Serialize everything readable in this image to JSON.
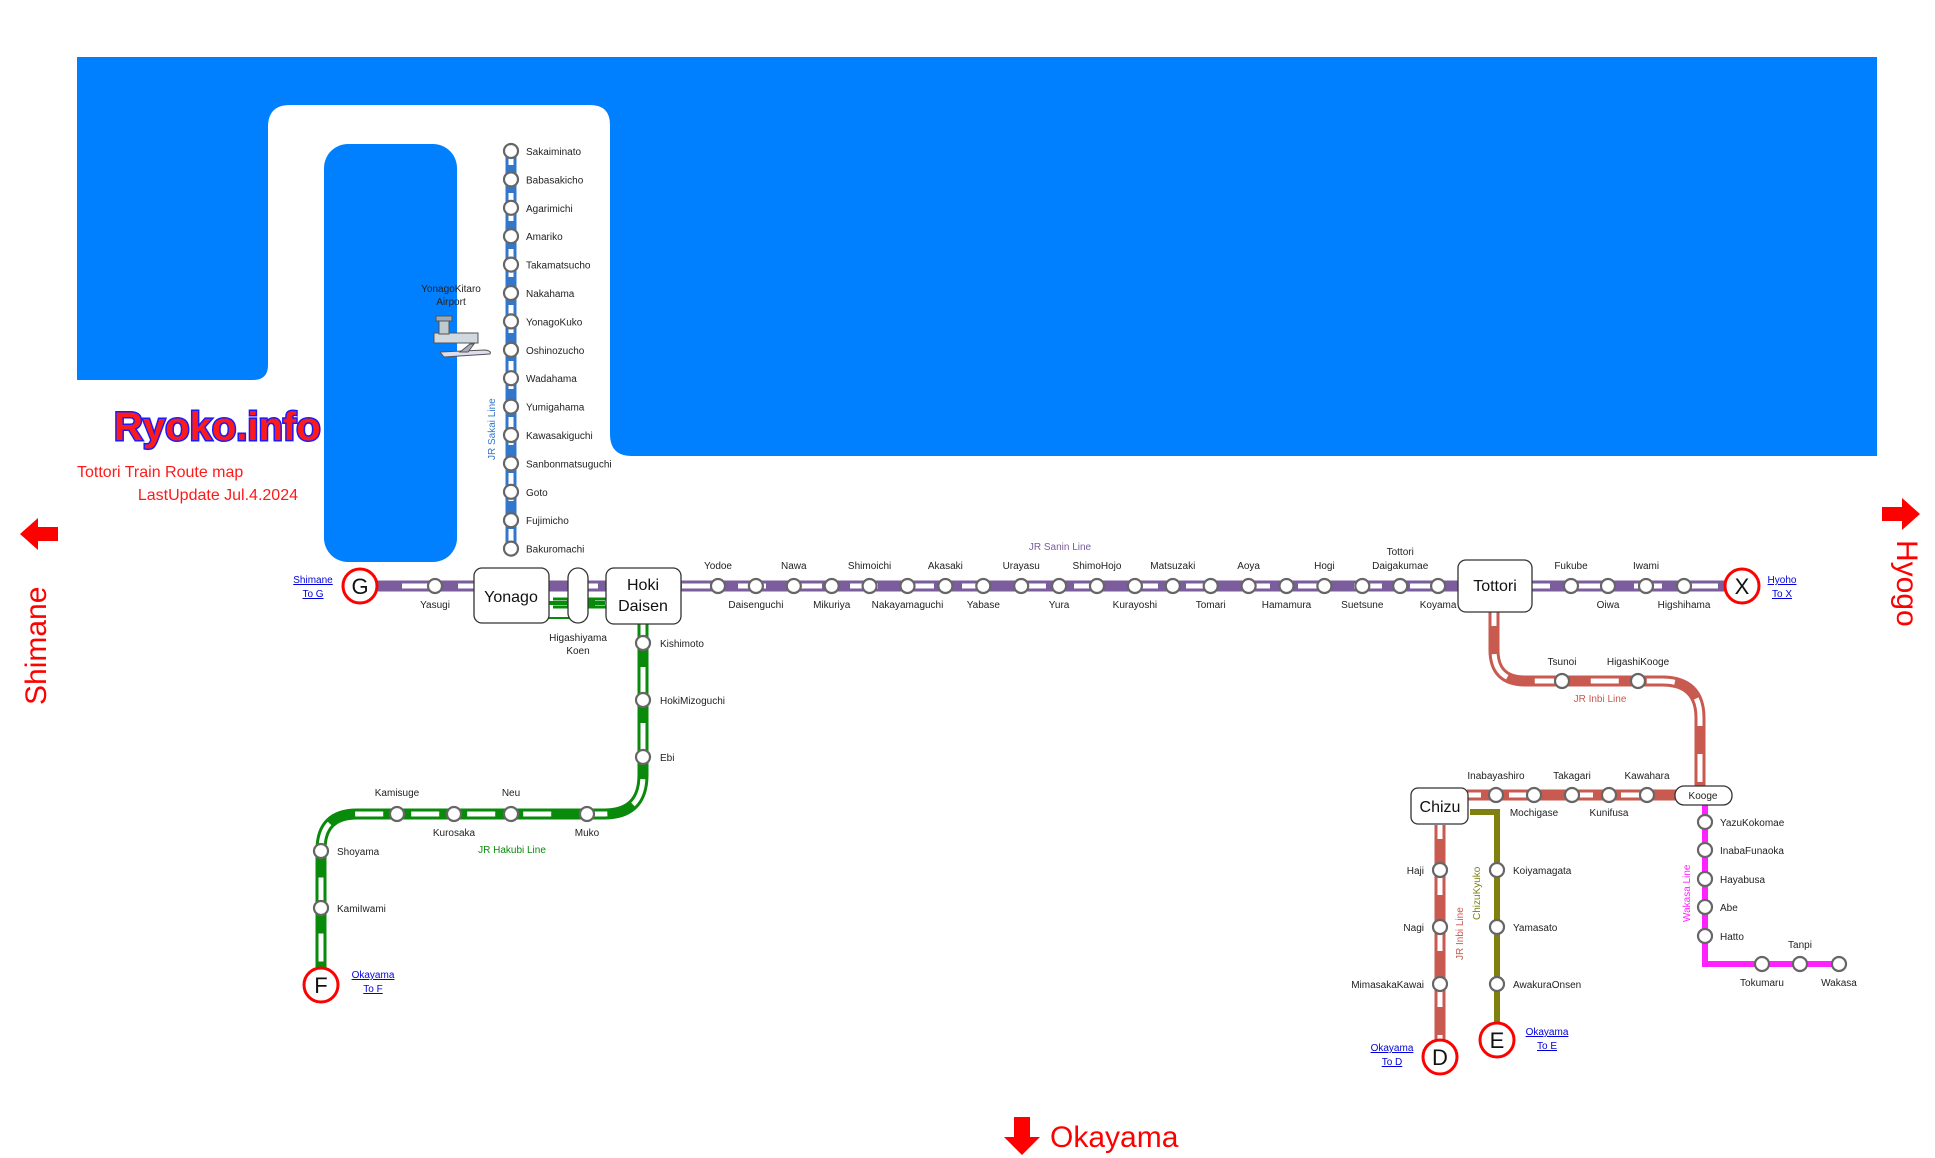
{
  "brand": {
    "logo": "Ryoko.info",
    "title": "Tottori Train Route map",
    "update": "LastUpdate Jul.4.2024"
  },
  "colors": {
    "sea": "#0080ff",
    "sanin": "#7b5c9c",
    "sakai": "#3377cc",
    "hakubi": "#0a8a0a",
    "inbi": "#c85a50",
    "chizukyuko": "#808010",
    "wakasa": "#ff22ff",
    "terminal": "#ff0000"
  },
  "airport": {
    "name_line1": "YonagoKitaro",
    "name_line2": "Airport",
    "icon": "airport-icon"
  },
  "directions": {
    "shimane": "Shimane",
    "hyogo": "Hyogo",
    "okayama": "Okayama"
  },
  "lines": {
    "sanin": "JR Sanin Line",
    "sakai": "JR Sakai Line",
    "hakubi": "JR Hakubi Line",
    "inbi_east": "JR Inbi Line",
    "inbi_south": "JR Inbi Line",
    "chizukyuko": "ChizuKyuko",
    "wakasa": "Wakasa Line"
  },
  "hubs": {
    "yonago": "Yonago",
    "hoki_daisen_1": "Hoki",
    "hoki_daisen_2": "Daisen",
    "tottori": "Tottori",
    "chizu": "Chizu",
    "kooge": "Kooge"
  },
  "terminals": {
    "g": {
      "letter": "G",
      "to": "Shimane",
      "label": "To G"
    },
    "x": {
      "letter": "X",
      "to": "Hyoho",
      "label": "To X"
    },
    "f": {
      "letter": "F",
      "to": "Okayama",
      "label": "To F"
    },
    "d": {
      "letter": "D",
      "to": "Okayama",
      "label": "To D"
    },
    "e": {
      "letter": "E",
      "to": "Okayama",
      "label": "To E"
    }
  },
  "stations": {
    "sakai": [
      "Sakaiminato",
      "Babasakicho",
      "Agarimichi",
      "Amariko",
      "Takamatsucho",
      "Nakahama",
      "YonagoKuko",
      "Oshinozucho",
      "Wadahama",
      "Yumigahama",
      "Kawasakiguchi",
      "Sanbonmatsuguchi",
      "Goto",
      "Fujimicho",
      "Bakuromachi"
    ],
    "yasugi": "Yasugi",
    "higashiyama_1": "Higashiyama",
    "higashiyama_2": "Koen",
    "sanin_east": [
      "Yodoe",
      "Daisenguchi",
      "Nawa",
      "Mikuriya",
      "Shimoichi",
      "Nakayamaguchi",
      "Akasaki",
      "Yabase",
      "Urayasu",
      "Yura",
      "ShimoHojo",
      "Kurayoshi",
      "Matsuzaki",
      "Tomari",
      "Aoya",
      "Hamamura",
      "Hogi",
      "Suetsune",
      "Tottori Daigakumae",
      "Koyama"
    ],
    "tottori_daigakumae_1": "Tottori",
    "tottori_daigakumae_2": "Daigakumae",
    "sanin_far_east": [
      "Fukube",
      "Oiwa",
      "Iwami",
      "Higshihama"
    ],
    "hakubi": [
      "Kishimoto",
      "HokiMizoguchi",
      "Ebi",
      "Muko",
      "Neu",
      "Kurosaka",
      "Kamisuge",
      "Shoyama",
      "KamiIwami"
    ],
    "inbi_east": [
      "Tsunoi",
      "HigashiKooge"
    ],
    "inbi_mid": [
      "Inabayashiro",
      "Mochigase",
      "Takagari",
      "Kunifusa",
      "Kawahara"
    ],
    "inbi_south": [
      "Haji",
      "Nagi",
      "MimasakaKawai"
    ],
    "chizukyuko": [
      "Koiyamagata",
      "Yamasato",
      "AwakuraOnsen"
    ],
    "wakasa": [
      "YazuKokomae",
      "InabaFunaoka",
      "Hayabusa",
      "Abe",
      "Hatto",
      "Tokumaru",
      "Tanpi",
      "Wakasa"
    ]
  }
}
